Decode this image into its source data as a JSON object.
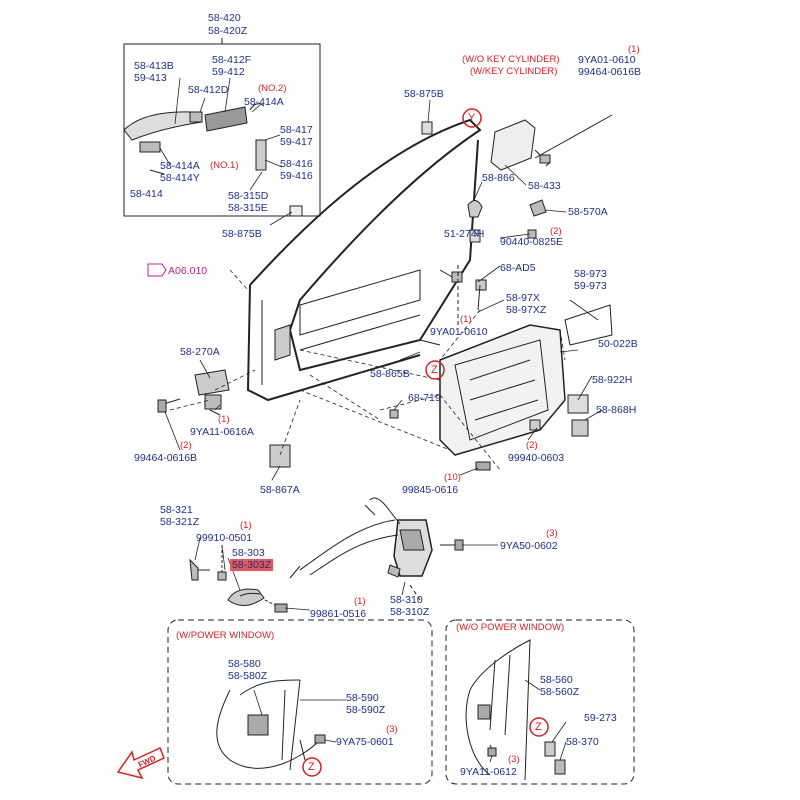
{
  "labels": {
    "l_58_420": "58-420",
    "l_58_420Z": "58-420Z",
    "l_58_413B": "58-413B",
    "l_59_413": "59-413",
    "l_58_412F": "58-412F",
    "l_59_412": "59-412",
    "l_58_412D": "58-412D",
    "l_no2": "(NO.2)",
    "l_58_414A_top": "58-414A",
    "l_58_417": "58-417",
    "l_59_417": "59-417",
    "l_58_414A": "58-414A",
    "l_58_414Y": "58-414Y",
    "l_no1": "(NO.1)",
    "l_58_416": "58-416",
    "l_59_416": "59-416",
    "l_58_414": "58-414",
    "l_58_315D": "58-315D",
    "l_58_315E": "58-315E",
    "l_58_875B_left": "58-875B",
    "l_58_875B_top": "58-875B",
    "l_wo_key": "(W/O KEY CYLINDER)",
    "l_w_key": "(W/KEY CYLINDER)",
    "l_9YA01_0610_top": "9YA01-0610",
    "l_99464_0616B_top": "99464-0616B",
    "l_q1_top": "(1)",
    "l_Y": "Y",
    "l_58_866": "58-866",
    "l_58_433": "58-433",
    "l_58_570A": "58-570A",
    "l_51_274H": "51-274H",
    "l_90440_0825E": "90440-0825E",
    "l_q2_a": "(2)",
    "l_A06": "A06.010",
    "l_68_AD5": "68-AD5",
    "l_58_973": "58-973",
    "l_59_973": "59-973",
    "l_58_97X": "58-97X",
    "l_58_97XZ": "58-97XZ",
    "l_q1_b": "(1)",
    "l_9YA01_0610_mid": "9YA01-0610",
    "l_50_022B": "50-022B",
    "l_58_270A": "58-270A",
    "l_58_865B": "58-865B",
    "l_Z_mid": "Z",
    "l_58_922H": "58-922H",
    "l_68_719": "68-719",
    "l_58_868H": "58-868H",
    "l_q1_c": "(1)",
    "l_9YA11_0616A": "9YA11-0616A",
    "l_q2_b": "(2)",
    "l_99464_0616B": "99464-0616B",
    "l_q2_c": "(2)",
    "l_99940_0603": "99940-0603",
    "l_q10": "(10)",
    "l_99845_0616": "99845-0616",
    "l_58_867A": "58-867A",
    "l_58_321": "58-321",
    "l_58_321Z": "58-321Z",
    "l_q1_d": "(1)",
    "l_99910_0501": "99910-0501",
    "l_58_303": "58-303",
    "l_58_303Z": "58-303Z",
    "l_q3_a": "(3)",
    "l_9YA50_0602": "9YA50-0602",
    "l_q1_e": "(1)",
    "l_99861_0516": "99861-0516",
    "l_58_310": "58-310",
    "l_58_310Z": "58-310Z",
    "l_w_power": "(W/POWER WINDOW)",
    "l_wo_power": "(W/O POWER WINDOW)",
    "l_58_580": "58-580",
    "l_58_580Z": "58-580Z",
    "l_58_590": "58-590",
    "l_58_590Z": "58-590Z",
    "l_q3_b": "(3)",
    "l_9YA75_0601": "9YA75-0601",
    "l_Z_left": "Z",
    "l_58_560": "58-560",
    "l_58_560Z": "58-560Z",
    "l_59_273": "59-273",
    "l_Z_right": "Z",
    "l_58_370": "58-370",
    "l_q3_c": "(3)",
    "l_9YA11_0612": "9YA11-0612",
    "l_fwd": "FWD"
  },
  "colors": {
    "label": "#1f2f8a",
    "note": "#d81f26",
    "ref": "#c0208a",
    "highlight": "#e05a5a",
    "line": "#222222"
  }
}
